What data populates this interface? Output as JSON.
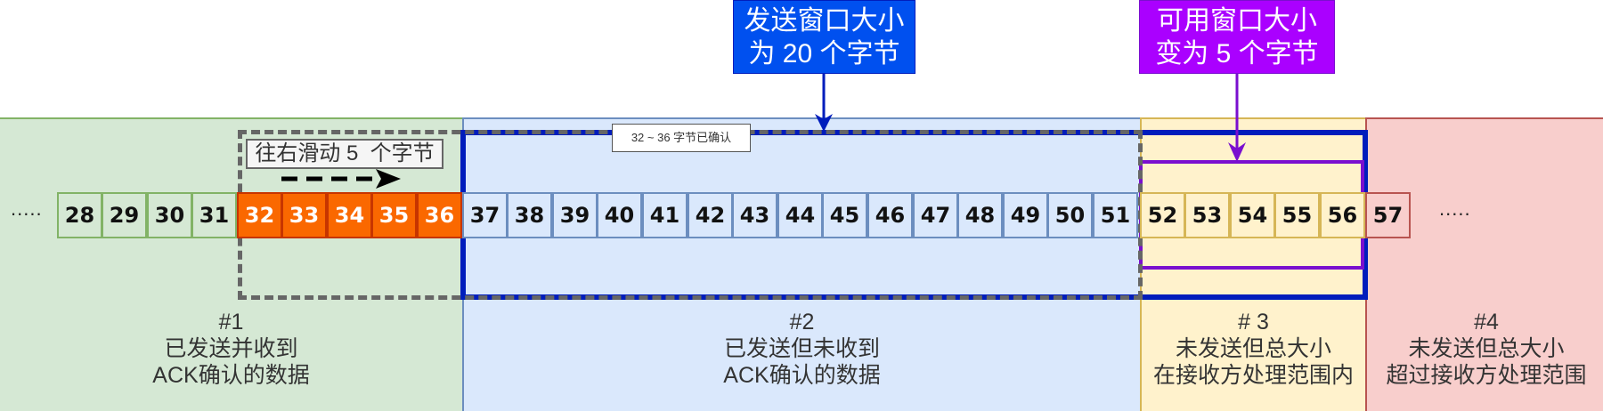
{
  "callouts": {
    "send_window": {
      "line1": "发送窗口大小",
      "line2": "为 20 个字节",
      "color": "#0050EF"
    },
    "usable_window": {
      "line1": "可用窗口大小",
      "line2": "变为 5 个字节",
      "color": "#AA00FF"
    }
  },
  "annotations": {
    "slide_label": "往右滑动 5  个字节",
    "acked_label": "32 ~ 36 字节已确认",
    "left_ellipsis": ".....",
    "right_ellipsis": "....."
  },
  "sections": [
    {
      "id": "#1",
      "line1": "已发送并收到",
      "line2": "ACK确认的数据",
      "fill": "#D5E8D4",
      "stroke": "#82B366"
    },
    {
      "id": "#2",
      "line1": "已发送但未收到",
      "line2": "ACK确认的数据",
      "fill": "#DAE8FC",
      "stroke": "#6C8EBF"
    },
    {
      "id": "# 3",
      "line1": "未发送但总大小",
      "line2": "在接收方处理范围内",
      "fill": "#FFF2CC",
      "stroke": "#D6B656"
    },
    {
      "id": "#4",
      "line1": "未发送但总大小",
      "line2": "超过接收方处理范围",
      "fill": "#F8CECC",
      "stroke": "#B85450"
    }
  ],
  "cells": {
    "c28": "28",
    "c29": "29",
    "c30": "30",
    "c31": "31",
    "c32": "32",
    "c33": "33",
    "c34": "34",
    "c35": "35",
    "c36": "36",
    "c37": "37",
    "c38": "38",
    "c39": "39",
    "c40": "40",
    "c41": "41",
    "c42": "42",
    "c43": "43",
    "c44": "44",
    "c45": "45",
    "c46": "46",
    "c47": "47",
    "c48": "48",
    "c49": "49",
    "c50": "50",
    "c51": "51",
    "c52": "52",
    "c53": "53",
    "c54": "54",
    "c55": "55",
    "c56": "56",
    "c57": "57"
  },
  "colors": {
    "acked_cell": "#FA6800",
    "send_window_border": "#001DBC",
    "usable_window_border": "#7A0FCF",
    "slide_box_border": "#666666"
  }
}
